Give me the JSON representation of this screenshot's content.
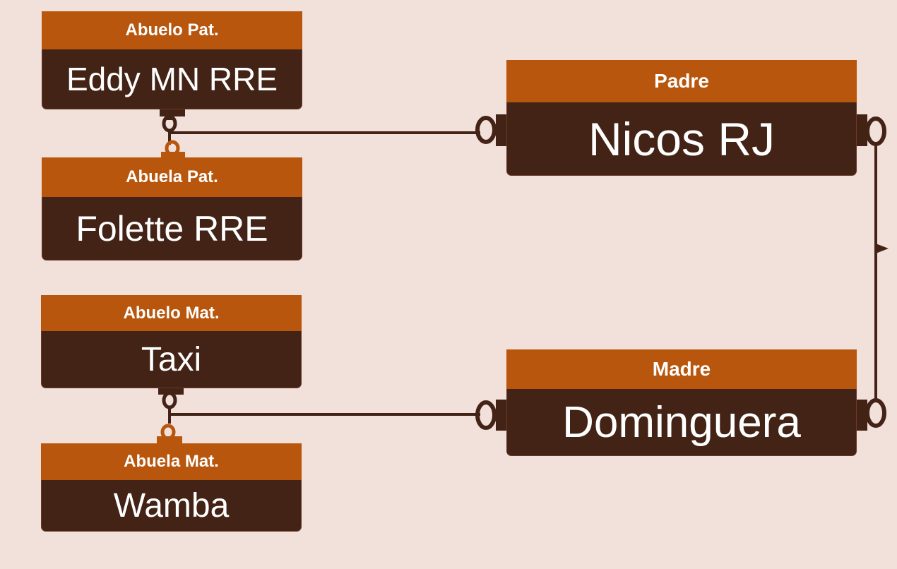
{
  "colors": {
    "background": "#f2e0da",
    "header": "#b9560d",
    "body": "#432316",
    "connector": "#432316",
    "connector_accent": "#b9560d",
    "text": "#ffffff"
  },
  "people": {
    "abuelo_paterno": {
      "role": "Abuelo Pat.",
      "name": "Eddy MN RRE"
    },
    "abuela_paterna": {
      "role": "Abuela Pat.",
      "name": "Folette RRE"
    },
    "abuelo_materno": {
      "role": "Abuelo Mat.",
      "name": "Taxi"
    },
    "abuela_materna": {
      "role": "Abuela Mat.",
      "name": "Wamba"
    },
    "padre": {
      "role": "Padre",
      "name": "Nicos RJ"
    },
    "madre": {
      "role": "Madre",
      "name": "Dominguera"
    }
  },
  "connections": [
    {
      "from": "abuelo_paterno",
      "to": "abuela_paterna",
      "type": "couple"
    },
    {
      "from": "abuelo_paterno",
      "to": "padre",
      "type": "parent-of"
    },
    {
      "from": "abuelo_materno",
      "to": "abuela_materna",
      "type": "couple"
    },
    {
      "from": "abuelo_materno",
      "to": "madre",
      "type": "parent-of"
    },
    {
      "from": "padre",
      "to": "madre",
      "type": "couple"
    }
  ]
}
